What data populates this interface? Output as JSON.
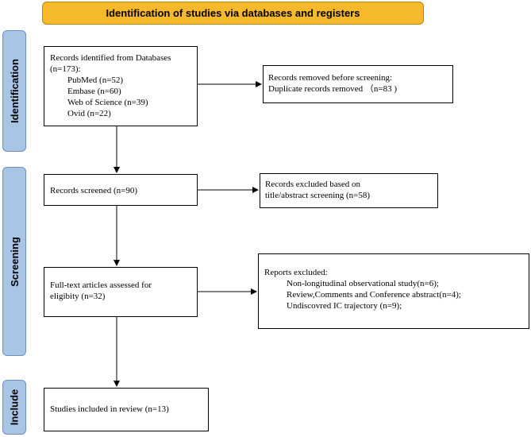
{
  "header": {
    "title": "Identification of studies via databases and registers"
  },
  "phases": {
    "identification": "Identification",
    "screening": "Screening",
    "include": "Include"
  },
  "boxes": {
    "records_identified": {
      "line1": "Records identified from Databases",
      "line2": "(n=173):",
      "sources": [
        "PubMed (n=52)",
        "Embase (n=60)",
        "Web of Science (n=39)",
        "Ovid (n=22)"
      ]
    },
    "records_removed": {
      "line1": "Records removed before screening:",
      "line2": "Duplicate records removed （n=83 )"
    },
    "records_screened": {
      "text": "Records screened (n=90)"
    },
    "records_excluded": {
      "line1": "Records excluded based on",
      "line2": "title/abstract screening (n=58)"
    },
    "fulltext_assessed": {
      "line1": "Full-text articles assessed for",
      "line2": "eligibity (n=32)"
    },
    "reports_excluded": {
      "title": "Reports excluded:",
      "reasons": [
        "Non-longitudinal observational study(n=6);",
        "Review,Comments and Conference abstract(n=4);",
        "Undiscovred IC trajectory (n=9);"
      ]
    },
    "studies_included": {
      "text": "Studies included in review (n=13)"
    }
  }
}
